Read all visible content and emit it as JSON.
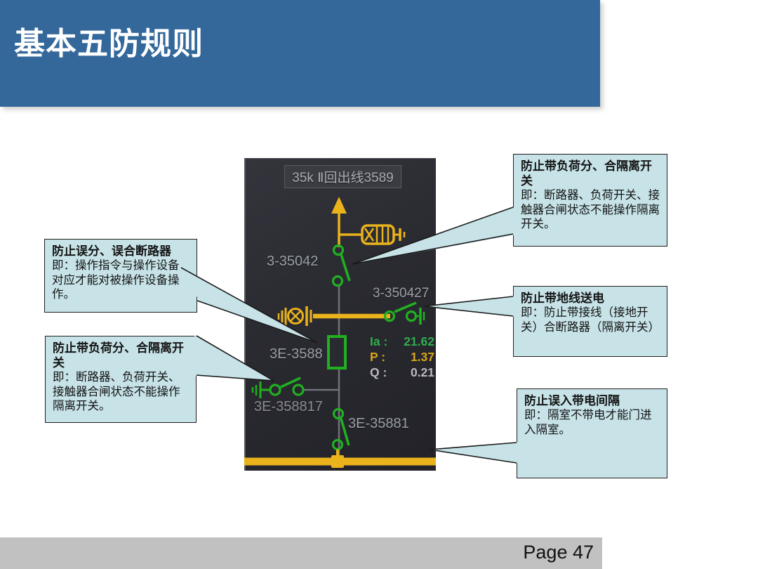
{
  "slide": {
    "title": "基本五防规则",
    "page_label": "Page 47"
  },
  "diagram": {
    "panel_title": "35k Ⅱ回出线3589",
    "labels": {
      "disconnector_top": "3-35042",
      "earth_switch_right": "3-350427",
      "breaker": "3E-3588",
      "earth_switch_left": "3E-358817",
      "disconnector_bottom": "3E-35881"
    },
    "measurements": [
      {
        "label": "Ia :",
        "value": "21.62",
        "color": "#2fae4e"
      },
      {
        "label": "P :",
        "value": "1.37",
        "color": "#d9a718"
      },
      {
        "label": "Q :",
        "value": "0.21",
        "color": "#b9b9bf"
      }
    ],
    "colors": {
      "bus_yellow": "#eab31b",
      "switch_green": "#20b020",
      "line_gray": "#71717b",
      "panel_bg": "#2a2a31"
    }
  },
  "callouts": [
    {
      "title": "防止带负荷分、合隔离开关",
      "body": "即：断路器、负荷开关、接触器合闸状态不能操作隔离开关。"
    },
    {
      "title": "防止带地线送电",
      "body": "即：防止带接线（接地开关）合断路器（隔离开关）"
    },
    {
      "title": "防止误入带电间隔",
      "body": "即：隔室不带电才能门进入隔室。"
    },
    {
      "title": "防止误分、误合断路器",
      "body": "即：操作指令与操作设备对应才能对被操作设备操作。"
    },
    {
      "title": "防止带负荷分、合隔离开关",
      "body": "即：断路器、负荷开关、接触器合闸状态不能操作隔离开关。"
    }
  ],
  "theme": {
    "header_blue": "#34689b",
    "callout_fill": "#c7e3e8",
    "footer_gray": "#c1c1c1"
  }
}
